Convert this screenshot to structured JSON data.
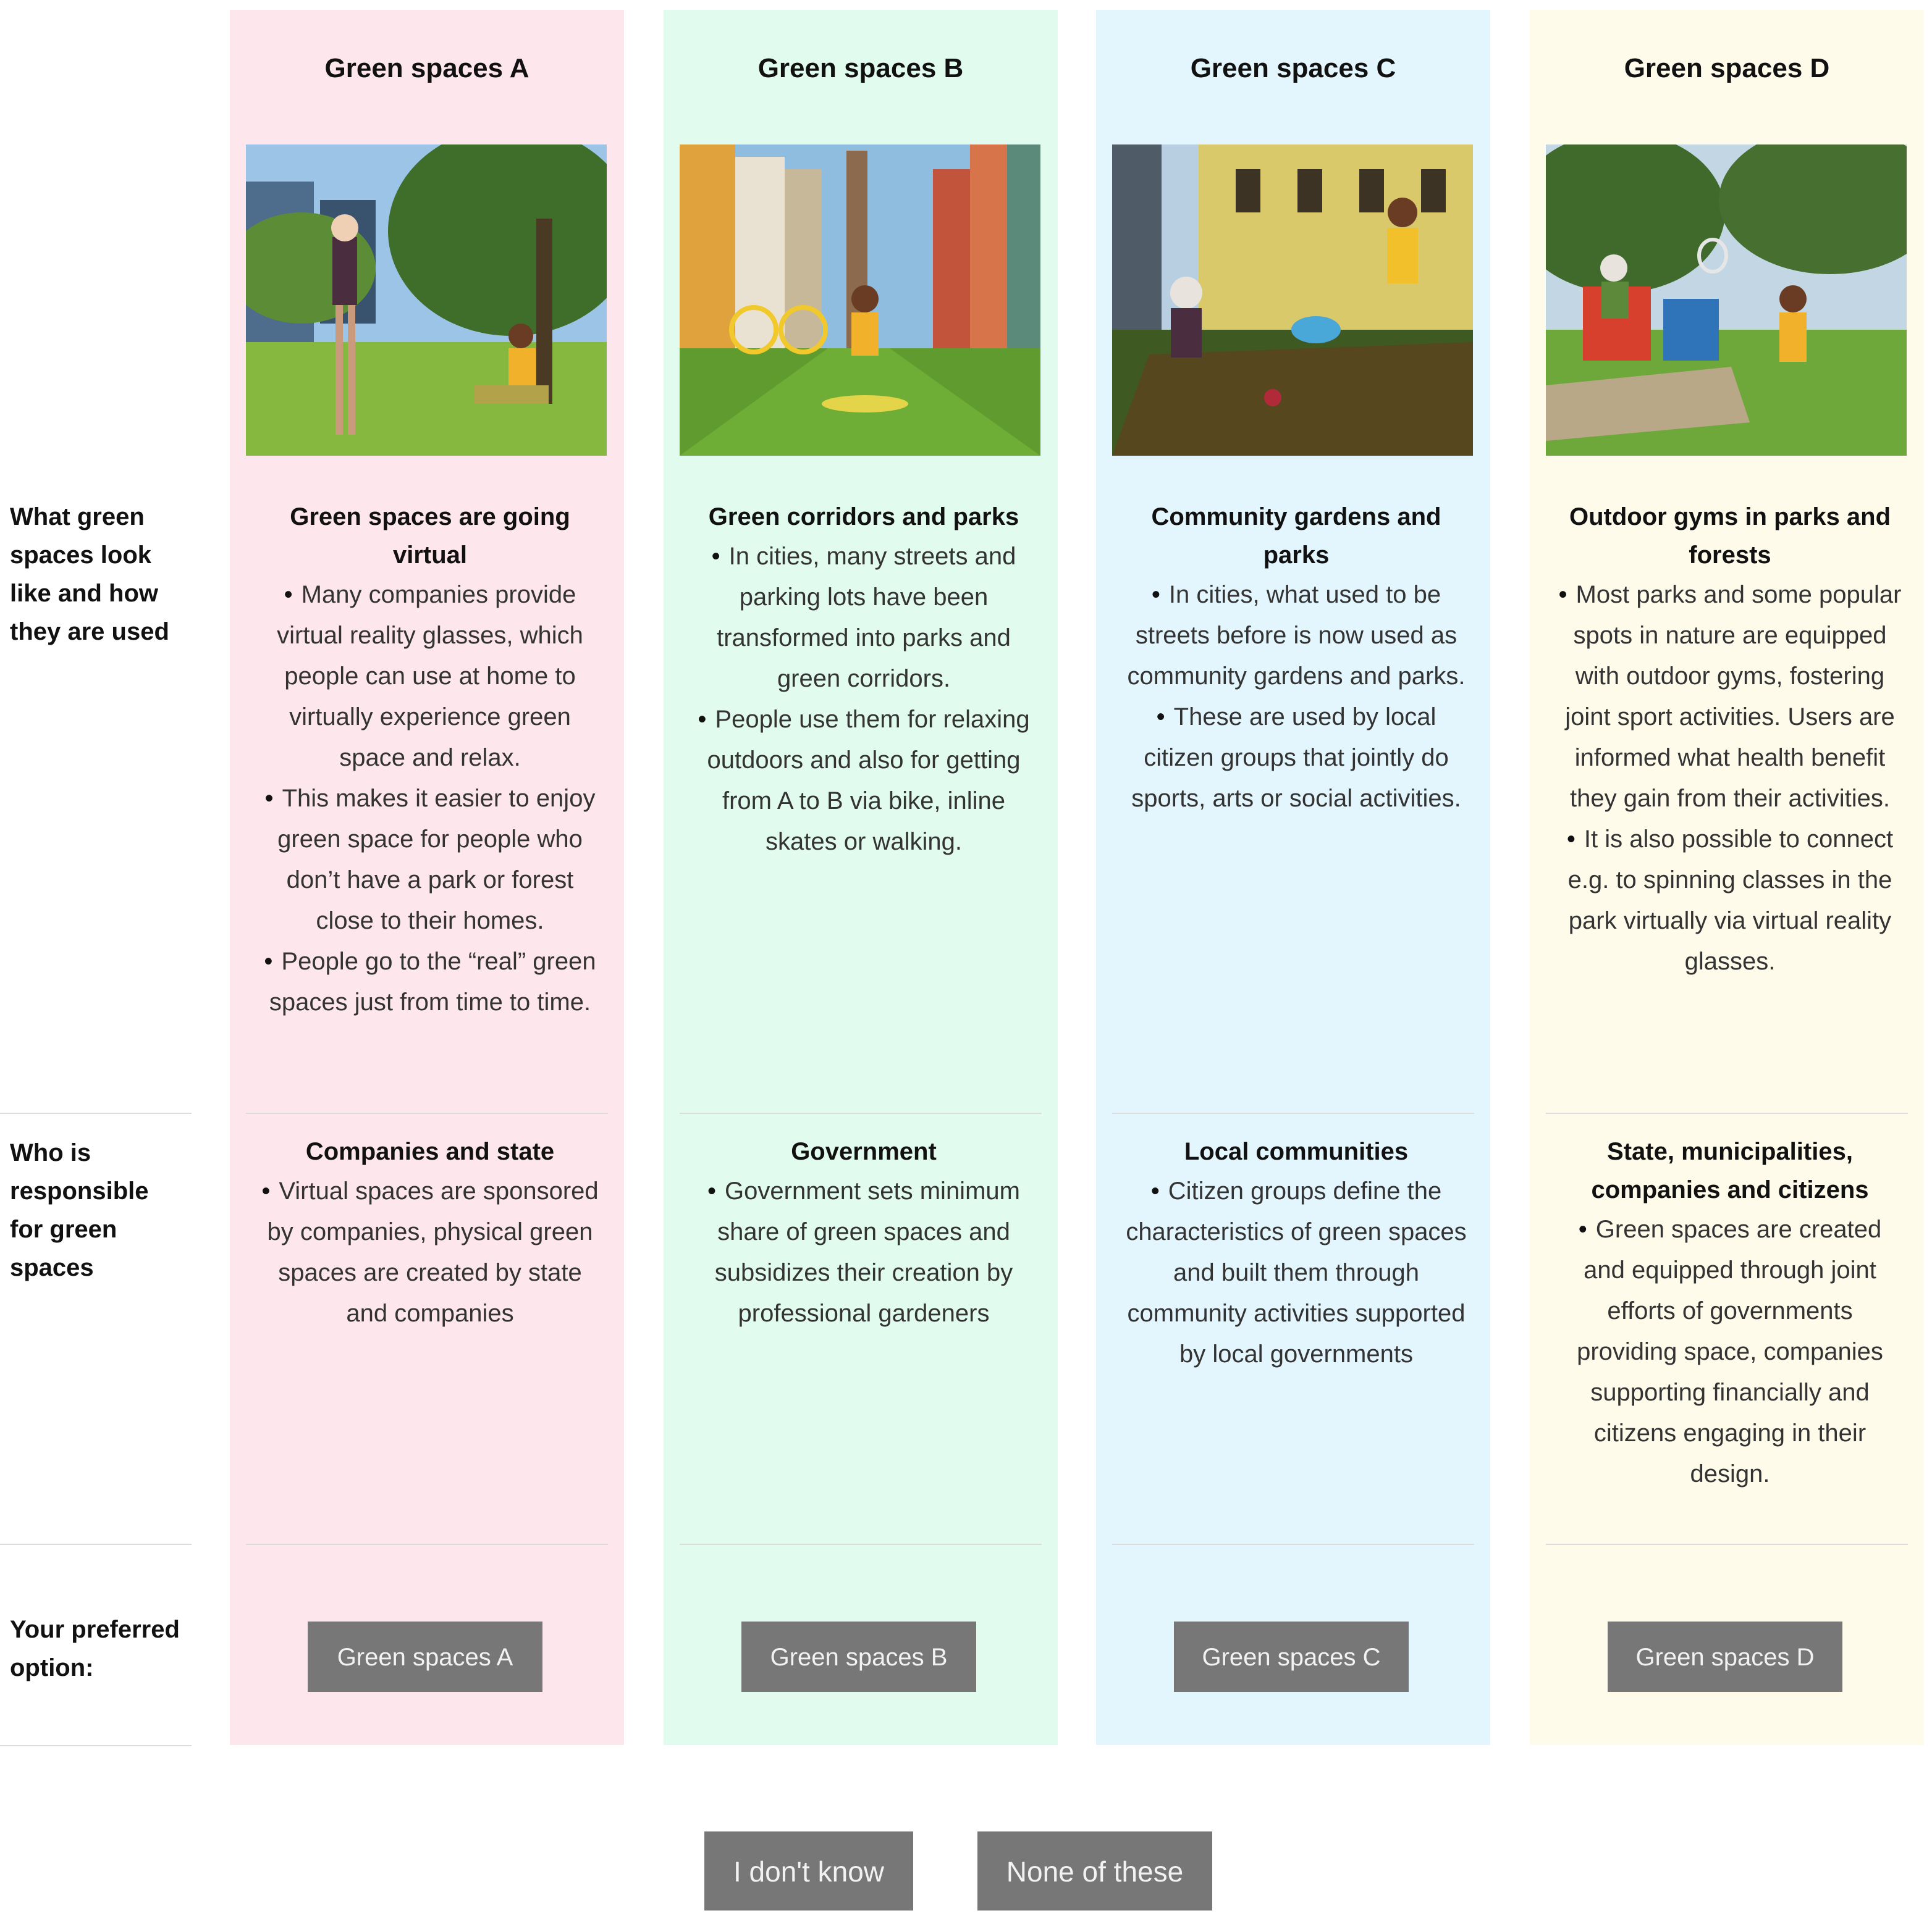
{
  "row_labels": {
    "look": "What green spaces look like and how they are used",
    "responsible": "Who is responsible for green spaces",
    "preferred": "Your preferred option:"
  },
  "colors": {
    "col_a": "#fde6ec",
    "col_b": "#e2fbef",
    "col_c": "#e3f5fd",
    "col_d": "#fefbeb",
    "button": "#777777"
  },
  "columns": [
    {
      "title": "Green spaces A",
      "photo_icon": "vr-park-illustration",
      "look_heading": "Green spaces are going virtual",
      "look_bullets": [
        "Many companies provide virtual reality glasses, which people can use at home to virtually experience green space and relax.",
        "This makes it easier to enjoy green space for people who don’t have a park or forest close to their homes.",
        "People go to the “real” green spaces just from time to time."
      ],
      "resp_heading": "Companies and state",
      "resp_bullets": [
        "Virtual spaces are sponsored by companies, physical green spaces are created by state and companies"
      ],
      "button": "Green spaces A"
    },
    {
      "title": "Green spaces B",
      "photo_icon": "green-corridor-illustration",
      "look_heading": "Green corridors and parks",
      "look_bullets": [
        "In cities, many streets and parking lots have been transformed into parks and green corridors.",
        "People use them for relaxing outdoors and also for getting from A to B via bike, inline skates or walking."
      ],
      "resp_heading": "Government",
      "resp_bullets": [
        "Government sets minimum share of green spaces and subsidizes their creation by professional gardeners"
      ],
      "button": "Green spaces B"
    },
    {
      "title": "Green spaces C",
      "photo_icon": "community-garden-illustration",
      "look_heading": "Community gardens and parks",
      "look_bullets": [
        "In cities, what used to be streets before is now used as community gardens and parks.",
        "These are used by local citizen groups that jointly do sports, arts or social activities."
      ],
      "resp_heading": "Local communities",
      "resp_bullets": [
        "Citizen groups define the characteristics of green spaces and built them through community activities supported by local governments"
      ],
      "button": "Green spaces C"
    },
    {
      "title": "Green spaces D",
      "photo_icon": "outdoor-gym-illustration",
      "look_heading": "Outdoor gyms in parks and forests",
      "look_bullets": [
        "Most parks and some popular spots in nature are equipped with outdoor gyms, fostering joint sport activities. Users are informed what health benefit they gain from their activities.",
        "It is also possible to connect e.g. to spinning classes in the park virtually via virtual reality glasses."
      ],
      "resp_heading": "State, municipalities, companies and citizens",
      "resp_bullets": [
        "Green spaces are created and equipped through joint efforts of governments providing space, companies supporting financially and citizens engaging in their design."
      ],
      "button": "Green spaces D"
    }
  ],
  "bottom_buttons": {
    "dont_know": "I don't know",
    "none": "None of these"
  }
}
